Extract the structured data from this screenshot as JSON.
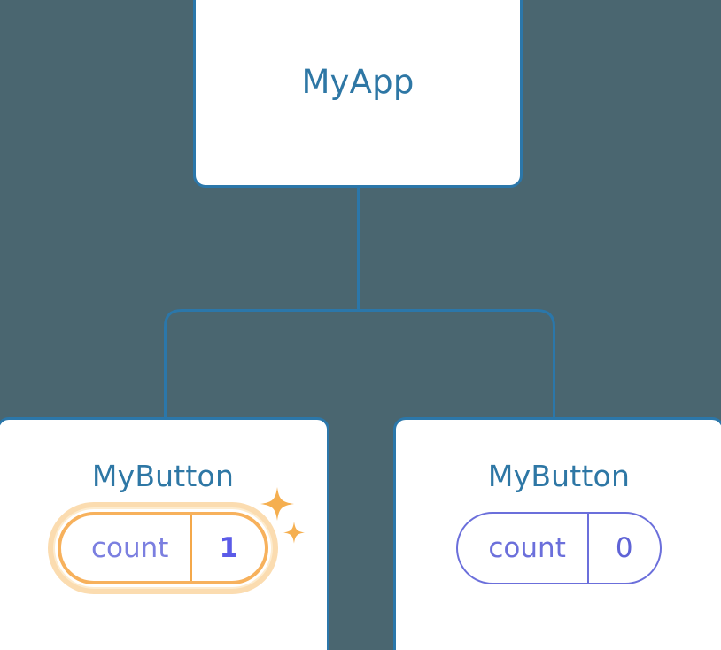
{
  "diagram": {
    "type": "component-tree",
    "background_color": "#4a6670",
    "connector_color": "#2b77aa"
  },
  "root": {
    "title": "MyApp"
  },
  "children": [
    {
      "title": "MyButton",
      "prop": {
        "key": "count",
        "value": "1"
      },
      "highlighted": true,
      "highlight_color": "#f7b15c",
      "glow_color": "#fbdcb0",
      "sparkle_color": "#f5af50"
    },
    {
      "title": "MyButton",
      "prop": {
        "key": "count",
        "value": "0"
      },
      "highlighted": false,
      "pill_color": "#6b6fdb"
    }
  ],
  "icons": {
    "sparkle_large": "sparkle-icon",
    "sparkle_small": "sparkle-small-icon"
  }
}
